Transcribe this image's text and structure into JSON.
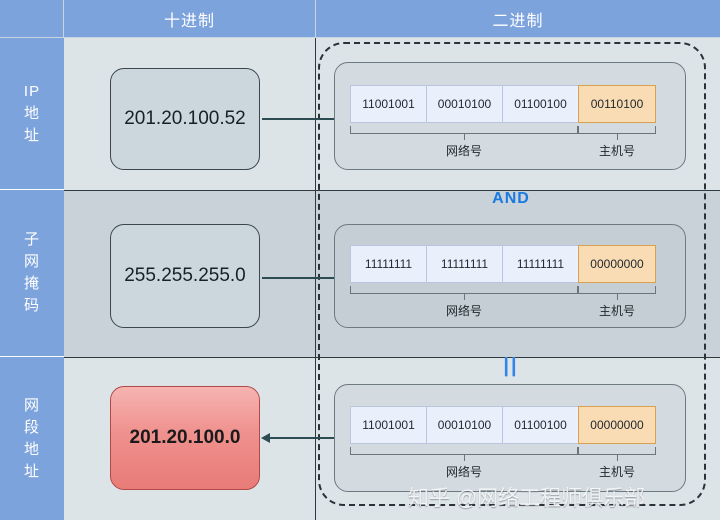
{
  "header": {
    "corner": "",
    "decimal": "十进制",
    "binary": "二进制"
  },
  "rows": [
    {
      "label_lines": [
        "IP",
        "地",
        "址"
      ],
      "decimal_value": "201.20.100.52",
      "binary_octets": [
        "11001001",
        "00010100",
        "01100100",
        "00110100"
      ],
      "brace_network": "网络号",
      "brace_host": "主机号"
    },
    {
      "label_lines": [
        "子",
        "网",
        "掩",
        "码"
      ],
      "decimal_value": "255.255.255.0",
      "binary_octets": [
        "11111111",
        "11111111",
        "11111111",
        "00000000"
      ],
      "brace_network": "网络号",
      "brace_host": "主机号"
    },
    {
      "label_lines": [
        "网",
        "段",
        "地",
        "址"
      ],
      "decimal_value": "201.20.100.0",
      "binary_octets": [
        "11001001",
        "00010100",
        "01100100",
        "00000000"
      ],
      "brace_network": "网络号",
      "brace_host": "主机号"
    }
  ],
  "operators": {
    "and": "AND",
    "equals": "||"
  },
  "watermark": "知乎 @网络工程师俱乐部",
  "colors": {
    "header_blue": "#7da3dd",
    "row_light": "#dde4e8",
    "row_dark": "#c8d2d8",
    "binary_cell": "#e9effb",
    "host_cell": "#fadcb4",
    "result_red": "#ef918e",
    "operator_blue": "#1a7ae0"
  }
}
